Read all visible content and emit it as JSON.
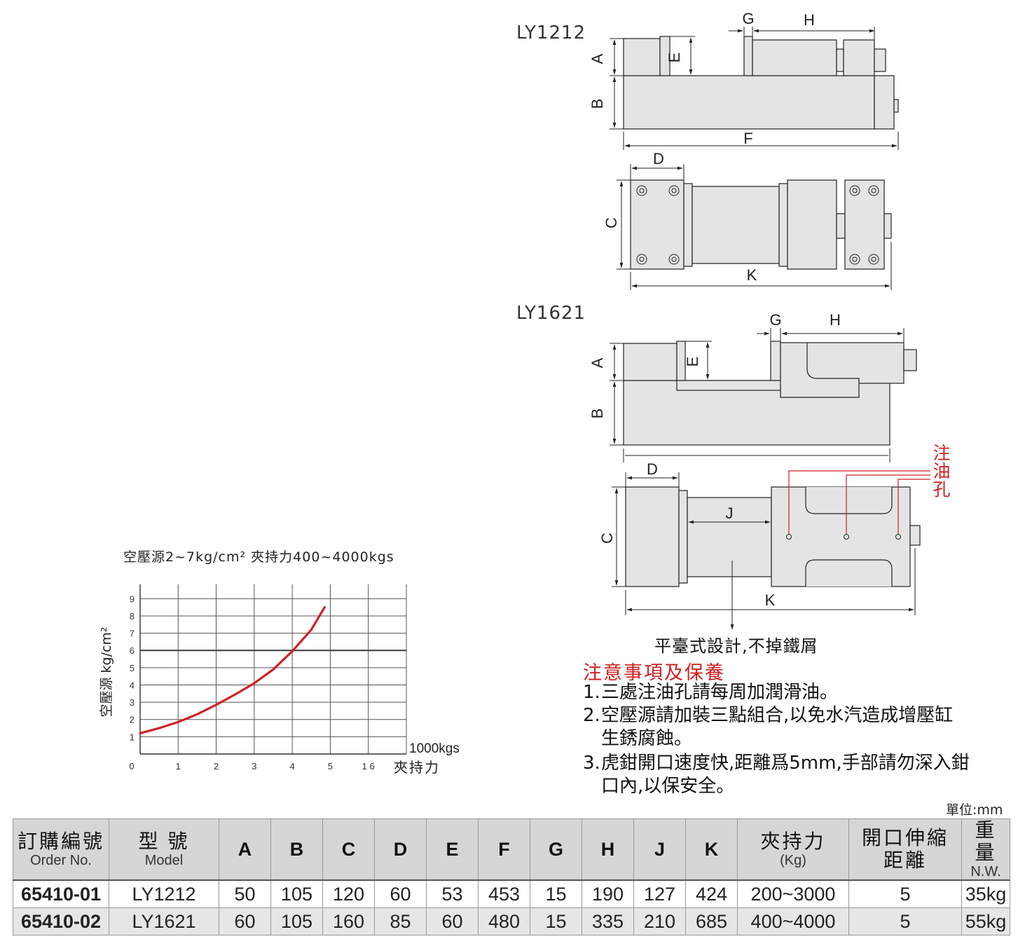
{
  "models": {
    "m1": {
      "title": "LY1212"
    },
    "m2": {
      "title": "LY1621"
    }
  },
  "dims": {
    "a": "A",
    "b": "B",
    "c": "C",
    "d": "D",
    "e": "E",
    "f": "F",
    "g": "G",
    "h": "H",
    "j": "J",
    "k": "K"
  },
  "oil_hole": [
    "注",
    "油",
    "孔"
  ],
  "caption": "平臺式設計,不掉鐵屑",
  "notes": {
    "title": "注意事項及保養",
    "items": [
      {
        "num": "1.",
        "lines": [
          "三處注油孔請每周加潤滑油。"
        ]
      },
      {
        "num": "2.",
        "lines": [
          "空壓源請加裝三點組合,以免水汽造成增壓缸",
          "生銹腐蝕。"
        ]
      },
      {
        "num": "3.",
        "lines": [
          "虎鉗開口速度快,距離爲5mm,手部請勿深入鉗",
          "口內,以保安全。"
        ]
      }
    ]
  },
  "chart_data": {
    "type": "line",
    "title": "空壓源2~7kg/cm² 夾持力400~4000kgs",
    "ylabel": "空壓源 kg/cm²",
    "xlabel": "夾持力",
    "xunit": "1000kgs",
    "x_tick_labels": [
      "0",
      "1",
      "2",
      "3",
      "4",
      "5",
      "1 6"
    ],
    "y_tick_labels": [
      "1",
      "2",
      "3",
      "4",
      "5",
      "6",
      "7",
      "8",
      "9"
    ],
    "xlim": [
      0,
      7
    ],
    "ylim": [
      0,
      9.5
    ],
    "grid": true,
    "reference_line_y": 6,
    "series": [
      {
        "color": "#cc2222",
        "points": [
          [
            0,
            1.2
          ],
          [
            0.5,
            1.5
          ],
          [
            1,
            1.85
          ],
          [
            1.5,
            2.3
          ],
          [
            2,
            2.85
          ],
          [
            2.5,
            3.45
          ],
          [
            3,
            4.1
          ],
          [
            3.5,
            4.9
          ],
          [
            4,
            5.95
          ],
          [
            4.5,
            7.2
          ],
          [
            4.85,
            8.5
          ]
        ]
      }
    ]
  },
  "unit_label": "單位:mm",
  "table": {
    "headers": [
      {
        "zh": "訂購編號",
        "en": "Order No."
      },
      {
        "zh": "型 號",
        "en": "Model"
      },
      {
        "zh": "A"
      },
      {
        "zh": "B"
      },
      {
        "zh": "C"
      },
      {
        "zh": "D"
      },
      {
        "zh": "E"
      },
      {
        "zh": "F"
      },
      {
        "zh": "G"
      },
      {
        "zh": "H"
      },
      {
        "zh": "J"
      },
      {
        "zh": "K"
      },
      {
        "zh": "夾持力",
        "en": "(Kg)"
      },
      {
        "zh": "開口伸縮",
        "en": "距離"
      },
      {
        "zh": "重 量",
        "en": "N.W."
      }
    ],
    "rows": [
      [
        "65410-01",
        "LY1212",
        "50",
        "105",
        "120",
        "60",
        "53",
        "453",
        "15",
        "190",
        "127",
        "424",
        "200~3000",
        "5",
        "35kg"
      ],
      [
        "65410-02",
        "LY1621",
        "60",
        "105",
        "160",
        "85",
        "60",
        "480",
        "15",
        "335",
        "210",
        "685",
        "400~4000",
        "5",
        "55kg"
      ]
    ]
  }
}
